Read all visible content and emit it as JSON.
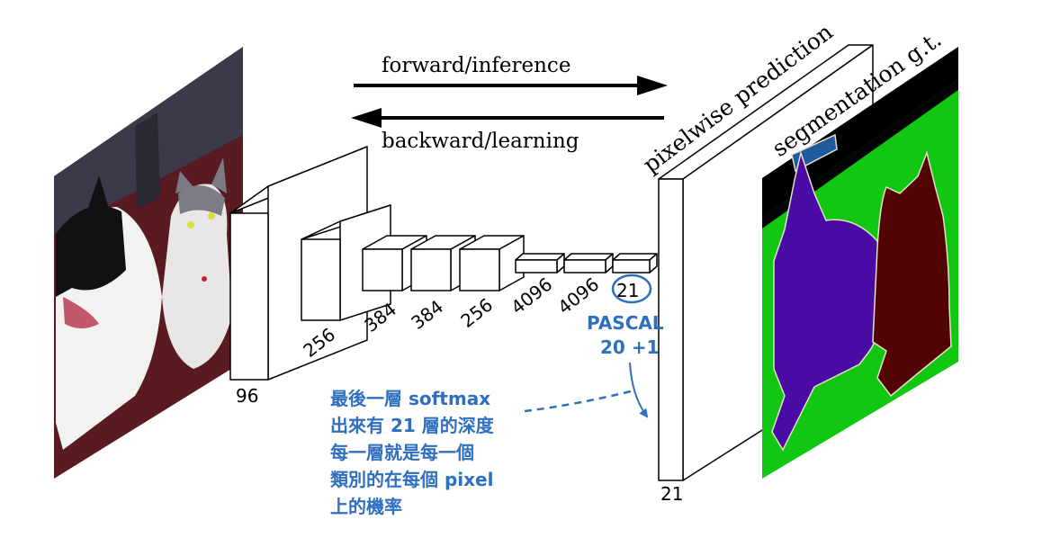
{
  "arrows": {
    "forward": "forward/inference",
    "backward": "backward/learning"
  },
  "layers": [
    "96",
    "256",
    "384",
    "384",
    "256",
    "4096",
    "4096",
    "21"
  ],
  "output": {
    "prediction_label": "pixelwise prediction",
    "gt_label": "segmentation g.t.",
    "depth": "21"
  },
  "annotation": {
    "pascal_line1": "PASCAL",
    "pascal_line2": "20 +1",
    "softmax_lines": [
      "最後一層 softmax",
      "出來有 21 層的深度",
      "每一層就是每一個",
      "類別的在每個 pixel",
      "上的機率"
    ]
  },
  "colors": {
    "annotation_blue": "#2e6fc0",
    "seg_green": "#12c712",
    "seg_purple": "#4a0aa4",
    "seg_maroon": "#520404",
    "seg_blue": "#1f5a9c"
  }
}
